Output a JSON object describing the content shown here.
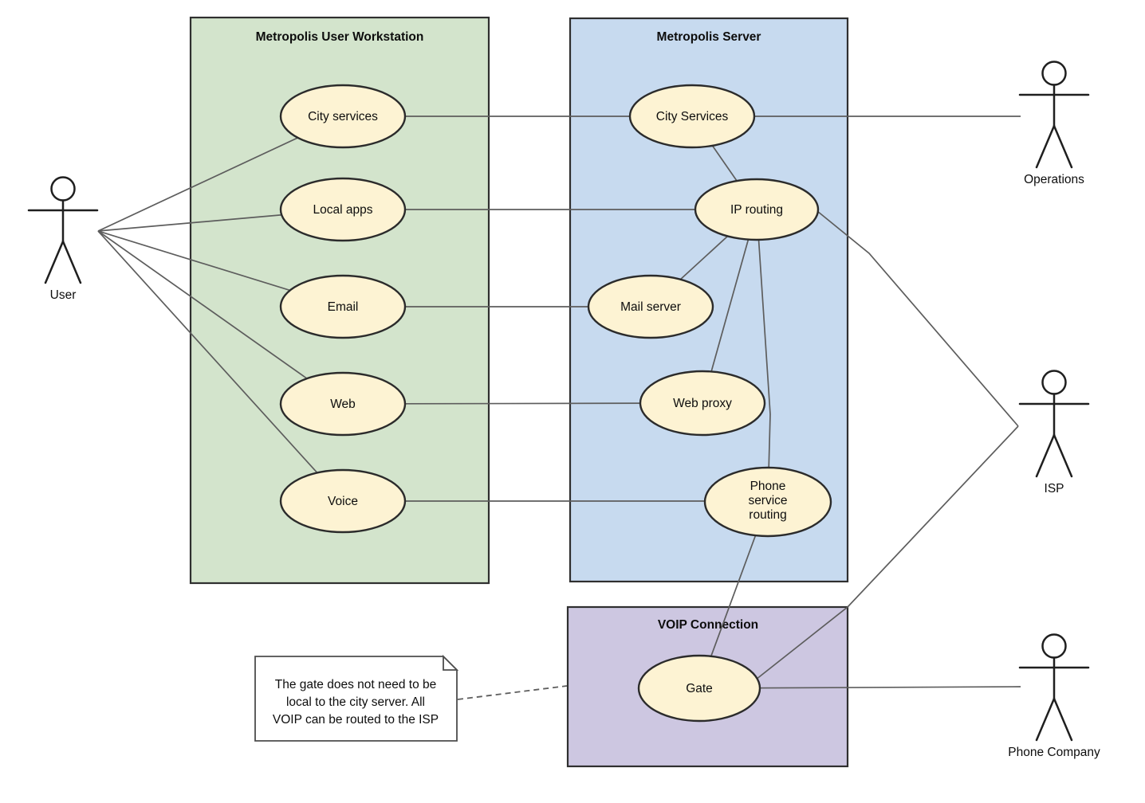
{
  "diagram": {
    "type": "uml-use-case-diagram",
    "packages": [
      {
        "title": "Metropolis User Workstation",
        "fill": "#d3e4cc"
      },
      {
        "title": "Metropolis Server",
        "fill": "#c7daef"
      },
      {
        "title": "VOIP Connection",
        "fill": "#cdc7e1"
      }
    ],
    "usecases": [
      {
        "label": "City services"
      },
      {
        "label": "Local apps"
      },
      {
        "label": "Email"
      },
      {
        "label": "Web"
      },
      {
        "label": "Voice"
      },
      {
        "label": "City Services"
      },
      {
        "label": "IP routing"
      },
      {
        "label": "Mail server"
      },
      {
        "label": "Web proxy"
      },
      {
        "label_lines": [
          "Phone",
          "service",
          "routing"
        ]
      },
      {
        "label": "Gate"
      }
    ],
    "actors": [
      {
        "label": "User",
        "head_fill": "#cbe5c1"
      },
      {
        "label": "Operations",
        "head_fill": "#c3d7f2"
      },
      {
        "label": "ISP",
        "head_fill": "#c3d7f2"
      },
      {
        "label": "Phone Company",
        "head_fill": "#dbd5eb"
      }
    ],
    "note": {
      "lines": [
        "The gate does not need to be",
        "local to the city server.  All",
        "VOIP can be routed to the ISP"
      ]
    },
    "colors": {
      "usecase_fill": "#fdf3d3",
      "shape_stroke": "#2b2b2b",
      "edge_stroke": "#5d5d5d",
      "workstation_fill": "#d3e4cc",
      "server_fill": "#c7daef",
      "voip_fill": "#cdc7e1"
    }
  }
}
